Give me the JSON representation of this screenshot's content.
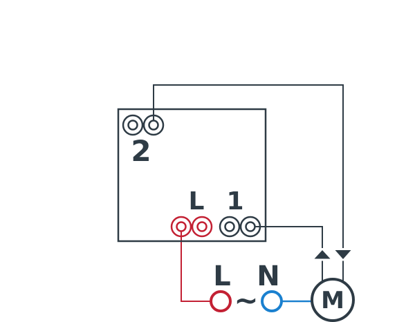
{
  "colors": {
    "background": "#ffffff",
    "dark": "#2e3b45",
    "red": "#c32033",
    "blue": "#1a80cf"
  },
  "device": {
    "terminal_2": {
      "label": "2"
    },
    "terminal_l": {
      "label": "L"
    },
    "terminal_1": {
      "label": "1"
    }
  },
  "power": {
    "live": {
      "label": "L"
    },
    "neutral": {
      "label": "N"
    },
    "ac_symbol": "~"
  },
  "motor": {
    "label": "M"
  },
  "arrows": {
    "up_icon": "▲",
    "down_icon": "▼"
  }
}
